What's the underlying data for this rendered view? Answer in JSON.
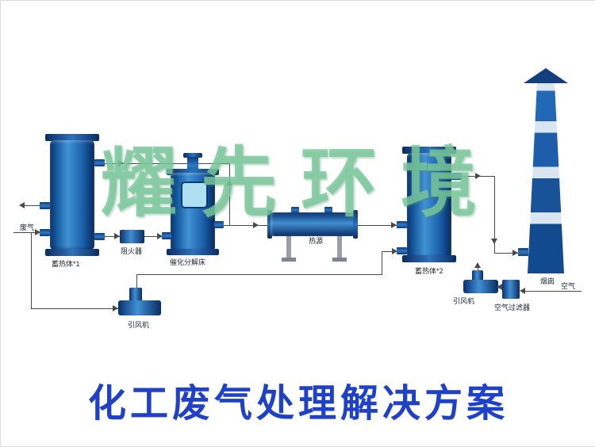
{
  "watermark": {
    "text": "耀先环境",
    "color": "#7ac79b"
  },
  "title": {
    "text": "化工废气处理解决方案",
    "color": "#1e41c8"
  },
  "labels": {
    "waste_gas": "废气",
    "regenerator_1": "蓄热体*1",
    "flame_arrester": "阻火器",
    "catalytic_bed": "催化分解床",
    "heat_source": "热源",
    "regenerator_2": "蓄热体*2",
    "fan_left": "引风机",
    "fan_right": "引风机",
    "air_filter": "空气过滤器",
    "air": "空气",
    "chimney": "烟囱"
  },
  "colors": {
    "vessel_blue_dark": "#0a3170",
    "vessel_blue_light": "#4292d4",
    "chimney_band_light": "#d9e5f0",
    "watermark_green": "#7ac79b",
    "title_blue": "#1e41c8",
    "pipe_line": "#4a4a4a"
  }
}
